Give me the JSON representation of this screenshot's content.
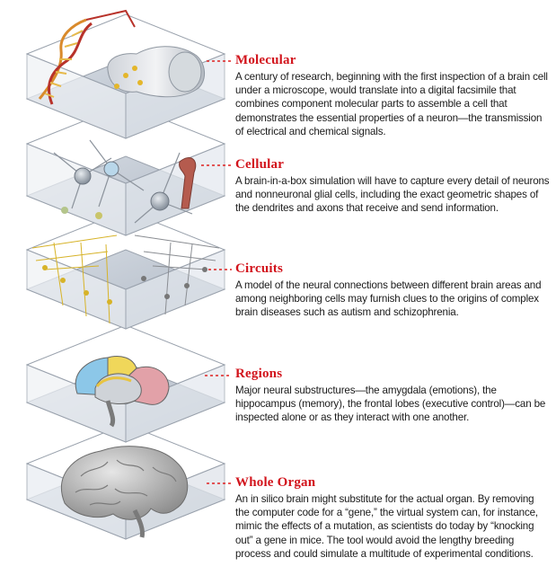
{
  "colors": {
    "title_red": "#d2141c",
    "leader_red": "#e02020",
    "box_edge": "#9aa2ad",
    "box_floor": "#c9d0d9"
  },
  "levels": [
    {
      "id": "molecular",
      "title": "Molecular",
      "icon": "molecular-icon",
      "text": "A century of research, beginning with the first inspection of a brain cell under a microscope, would translate into a digital facsimile that combines component molecular parts to assemble a cell that demonstrates the essential properties of a neuron—the transmission of electrical and chemical signals."
    },
    {
      "id": "cellular",
      "title": "Cellular",
      "icon": "neuron-icon",
      "text": "A brain-in-a-box simulation will have to capture every detail of neurons and nonneuronal glial cells, including the exact geometric shapes of the dendrites and axons that receive and send information."
    },
    {
      "id": "circuits",
      "title": "Circuits",
      "icon": "circuit-icon",
      "text": "A model of the neural connections between different brain areas and among neighboring cells may furnish clues to the origins of complex brain diseases such as autism and schizophrenia."
    },
    {
      "id": "regions",
      "title": "Regions",
      "icon": "brain-regions-icon",
      "text": "Major neural substructures—the amygdala (emotions), the hippocampus (memory), the frontal lobes (executive control)—can be inspected alone or as they interact with one another."
    },
    {
      "id": "whole-organ",
      "title": "Whole Organ",
      "icon": "brain-icon",
      "text": "An in silico brain might substitute for the actual organ. By removing the computer code for a “gene,” the virtual system can, for instance, mimic the effects of a mutation, as scientists do today by “knocking out” a gene in mice. The tool would avoid the lengthy breeding process and could simulate a multitude of experimental conditions."
    }
  ]
}
